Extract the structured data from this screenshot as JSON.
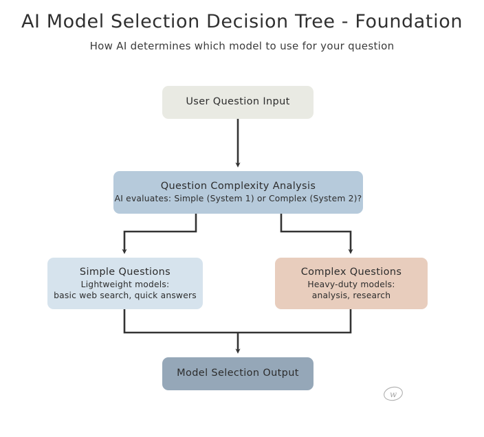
{
  "header": {
    "title": "AI Model Selection Decision Tree - Foundation",
    "subtitle": "How AI determines which model to use for your question"
  },
  "diagram": {
    "type": "flowchart",
    "orientation": "top-to-bottom",
    "nodes": [
      {
        "id": "input",
        "title": "User Question Input",
        "sub1": "",
        "sub2": "",
        "color": "#e9eae3"
      },
      {
        "id": "analysis",
        "title": "Question Complexity Analysis",
        "sub1": "AI evaluates: Simple (System 1) or Complex (System 2)?",
        "sub2": "",
        "color": "#b6cadb"
      },
      {
        "id": "simple",
        "title": "Simple Questions",
        "sub1": "Lightweight models:",
        "sub2": "basic web search, quick answers",
        "color": "#d6e3ed"
      },
      {
        "id": "complex",
        "title": "Complex Questions",
        "sub1": "Heavy-duty models:",
        "sub2": "analysis, research",
        "color": "#e8cdbd"
      },
      {
        "id": "output",
        "title": "Model Selection Output",
        "sub1": "",
        "sub2": "",
        "color": "#95a7b8"
      }
    ],
    "edges": [
      {
        "from": "input",
        "to": "analysis",
        "label": ""
      },
      {
        "from": "analysis",
        "to": "simple",
        "label": ""
      },
      {
        "from": "analysis",
        "to": "complex",
        "label": ""
      },
      {
        "from": "simple",
        "to": "output",
        "label": ""
      },
      {
        "from": "complex",
        "to": "output",
        "label": ""
      }
    ],
    "edge_color": "#333333"
  },
  "watermark": {
    "glyph": "w",
    "name": "circled-w-watermark"
  }
}
